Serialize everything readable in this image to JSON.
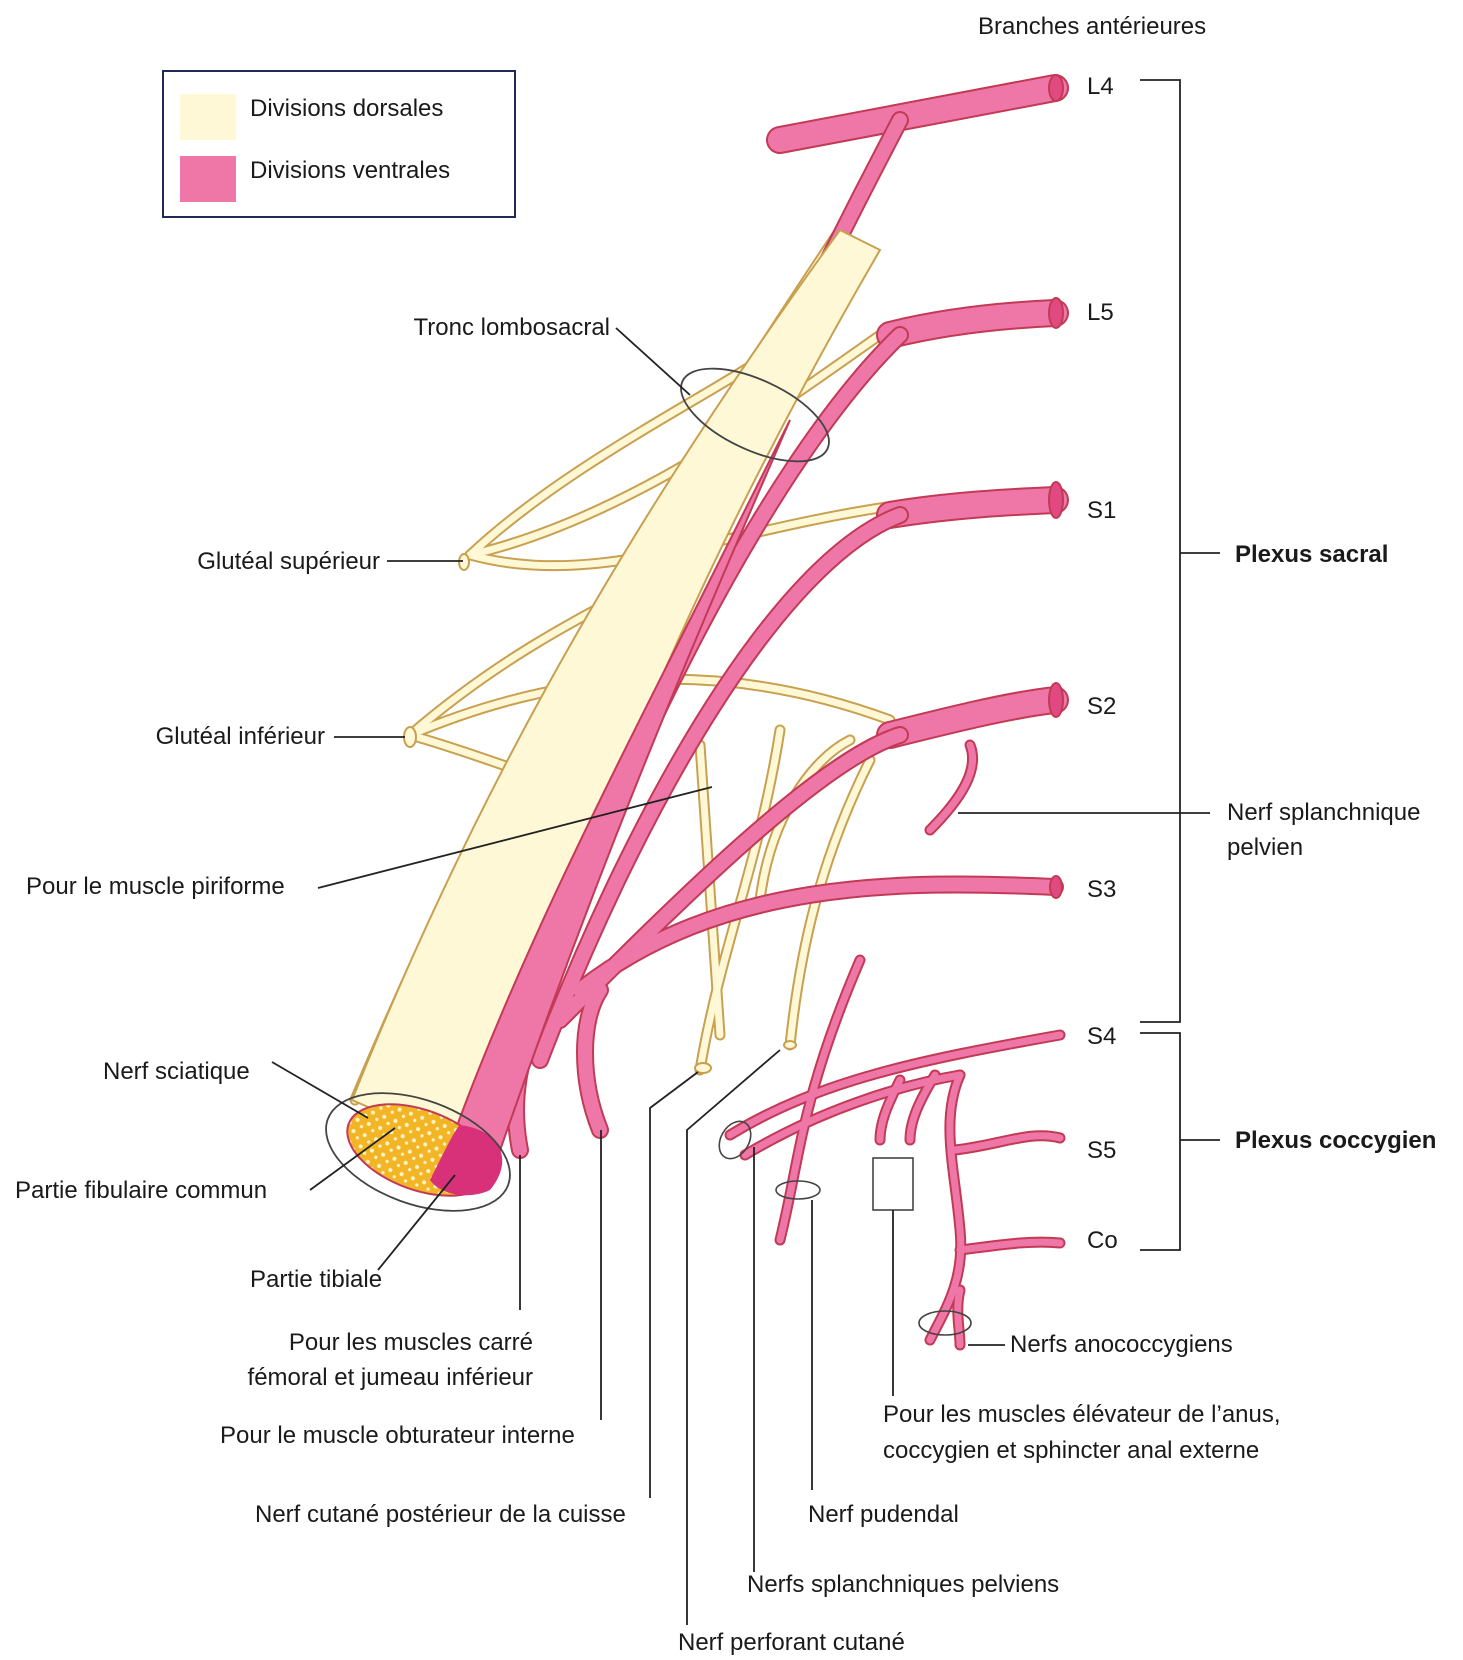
{
  "header": {
    "title": "Branches antérieures"
  },
  "legend": {
    "dorsal": {
      "label": "Divisions dorsales",
      "color": "#fff8d6"
    },
    "ventral": {
      "label": "Divisions ventrales",
      "color": "#ee77a8"
    }
  },
  "roots": {
    "L4": "L4",
    "L5": "L5",
    "S1": "S1",
    "S2": "S2",
    "S3": "S3",
    "S4": "S4",
    "S5": "S5",
    "Co": "Co"
  },
  "groups": {
    "sacral": "Plexus sacral",
    "coccygeal": "Plexus coccygien"
  },
  "labels": {
    "tronc": "Tronc lombosacral",
    "gluteal_sup": "Glutéal supérieur",
    "gluteal_inf": "Glutéal inférieur",
    "piriforme": "Pour le muscle piriforme",
    "sciatique": "Nerf sciatique",
    "fibulaire": "Partie fibulaire commun",
    "tibiale": "Partie tibiale",
    "carre_1": "Pour les muscles carré",
    "carre_2": "fémoral et jumeau inférieur",
    "obturateur": "Pour le muscle obturateur interne",
    "cutane_post": "Nerf cutané postérieur de la cuisse",
    "pudendal": "Nerf pudendal",
    "splanch_pelviens": "Nerfs splanchniques pelviens",
    "perforant": "Nerf perforant cutané",
    "splanch_1": "Nerf splanchnique",
    "splanch_2": "pelvien",
    "anococcygiens": "Nerfs anococcygiens",
    "elevateur_1": "Pour les muscles élévateur de l’anus,",
    "elevateur_2": "coccygien et sphincter anal externe"
  },
  "colors": {
    "nerve_ventral": "#ee77a8",
    "nerve_dorsal": "#fff8d6",
    "outline_ventral": "#c23a55",
    "outline_dorsal": "#c8a050",
    "sciatic_fibular": "#f2b526",
    "sciatic_tibial": "#d9307a"
  }
}
